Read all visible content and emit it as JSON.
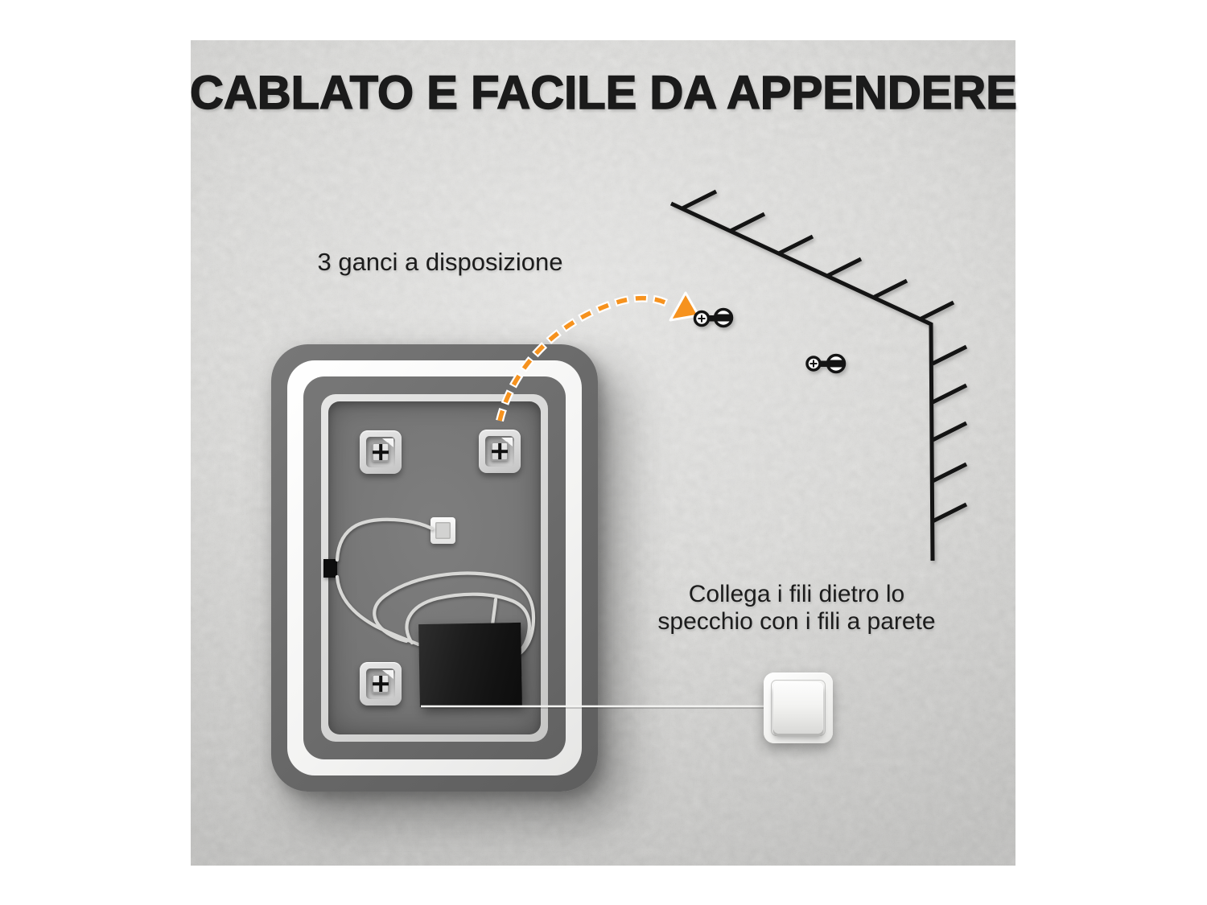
{
  "title": "CABLATO E FACILE DA APPENDERE",
  "labels": {
    "hooks_available": "3 ganci a disposizione",
    "wiring_instruction_line1": "Collega i fili dietro lo",
    "wiring_instruction_line2": "specchio con i fili a parete"
  },
  "icons": {
    "mounting_hook": "plus-screw-square",
    "wall_screw": "screw-side-view",
    "direction_arrow": "orange-dashed-arc-arrow",
    "wall_edge": "hatched-corner-lines",
    "light_switch": "rocker-switch"
  },
  "colors": {
    "page_background": "#ffffff",
    "wall": "#d3d2d0",
    "text": "#1b1b1b",
    "accent_arrow": "#f6921e",
    "line_art": "#141414",
    "mirror_frame_dark": "#6a6a6a",
    "mirror_frame_white": "#f8f8f8",
    "mirror_frame_light": "#d7d7d6",
    "mirror_panel": "#767676",
    "wire": "#d8d8d6",
    "driver_box": "#1a1a1a",
    "switch_plate": "#f5f5f3"
  }
}
